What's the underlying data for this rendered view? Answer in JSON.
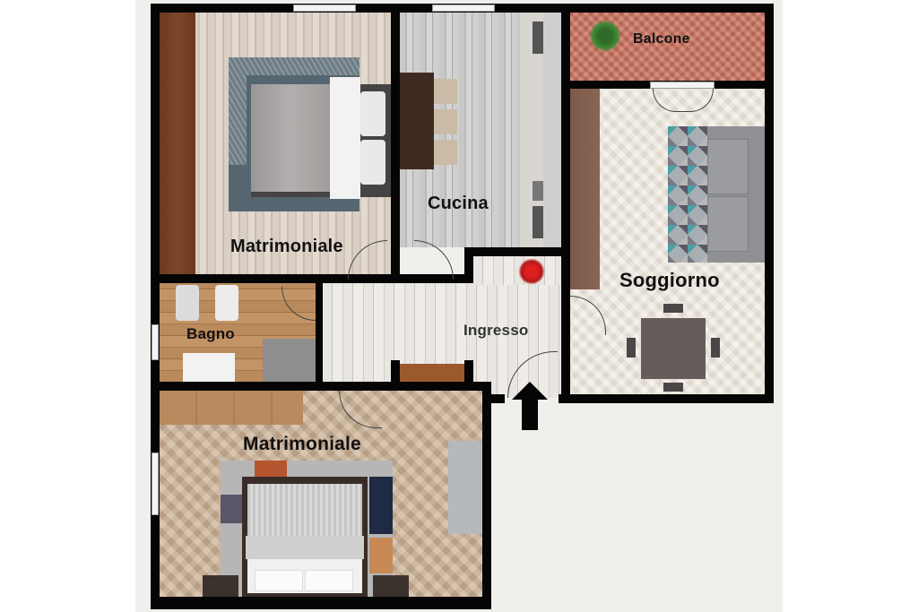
{
  "plan": {
    "type": "apartment floor plan",
    "rooms": [
      {
        "id": "matrimoniale-1",
        "label": "Matrimoniale"
      },
      {
        "id": "cucina",
        "label": "Cucina"
      },
      {
        "id": "balcone",
        "label": "Balcone"
      },
      {
        "id": "soggiorno",
        "label": "Soggiorno"
      },
      {
        "id": "bagno",
        "label": "Bagno"
      },
      {
        "id": "ingresso",
        "label": "Ingresso"
      },
      {
        "id": "matrimoniale-2",
        "label": "Matrimoniale"
      }
    ],
    "entrance_marker": "arrow-up-icon",
    "colors": {
      "wall": "#050505",
      "background": "#f0efeb",
      "balcony_tile": "#c9705c",
      "living_floor": "#ede6dc",
      "bedroom2_floor": "#c9ae92",
      "bath_floor": "#b88a5c",
      "rug_accent": "#4aa0a6"
    }
  }
}
